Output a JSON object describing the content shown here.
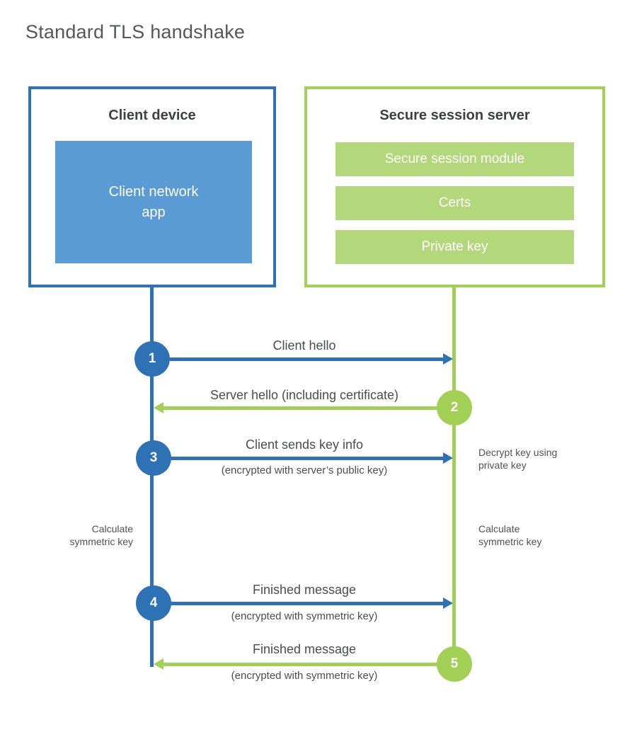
{
  "title": "Standard TLS handshake",
  "colors": {
    "blue": "#2d72b5",
    "blue_light": "#5b9bd5",
    "green": "#a2d054",
    "green_light": "#b3d87c"
  },
  "client": {
    "title": "Client device",
    "app_label": "Client network\napp"
  },
  "server": {
    "title": "Secure session server",
    "modules": [
      "Secure session module",
      "Certs",
      "Private key"
    ]
  },
  "steps": [
    {
      "num": "1",
      "direction": "right",
      "label": "Client hello",
      "sub": ""
    },
    {
      "num": "2",
      "direction": "left",
      "label": "Server hello (including certificate)",
      "sub": ""
    },
    {
      "num": "3",
      "direction": "right",
      "label": "Client sends key info",
      "sub": "(encrypted with server’s public key)"
    },
    {
      "num": "4",
      "direction": "right",
      "label": "Finished message",
      "sub": "(encrypted with symmetric key)"
    },
    {
      "num": "5",
      "direction": "left",
      "label": "Finished message",
      "sub": "(encrypted with symmetric key)"
    }
  ],
  "side_notes": {
    "decrypt": "Decrypt key using\nprivate key",
    "calc_left": "Calculate\nsymmetric key",
    "calc_right": "Calculate\nsymmetric key"
  }
}
